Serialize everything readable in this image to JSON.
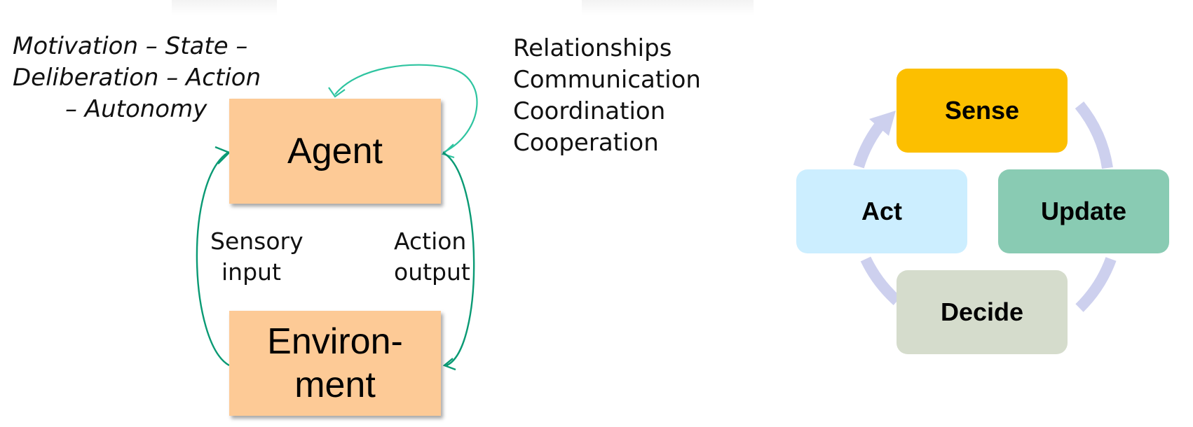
{
  "left_diagram": {
    "annotation_lines": [
      "Motivation – State –",
      "Deliberation – Action",
      "– Autonomy"
    ],
    "agent_box": "Agent",
    "environment_box_lines": [
      "Environ-",
      "ment"
    ],
    "sensory_label_lines": [
      "Sensory",
      "input"
    ],
    "action_label_lines": [
      "Action",
      "output"
    ],
    "colors": {
      "box_fill": "#fdca96",
      "arrow": "#0a9a74",
      "loop_arrow": "#2ec4a0"
    }
  },
  "concepts": [
    "Relationships",
    "Communication",
    "Coordination",
    "Cooperation"
  ],
  "cycle": {
    "nodes": {
      "sense": "Sense",
      "update": "Update",
      "decide": "Decide",
      "act": "Act"
    },
    "colors": {
      "sense": "#fcbf00",
      "update": "#89cbb3",
      "decide": "#d5dccc",
      "act": "#cceeff",
      "ring": "#cdd0ee"
    }
  }
}
